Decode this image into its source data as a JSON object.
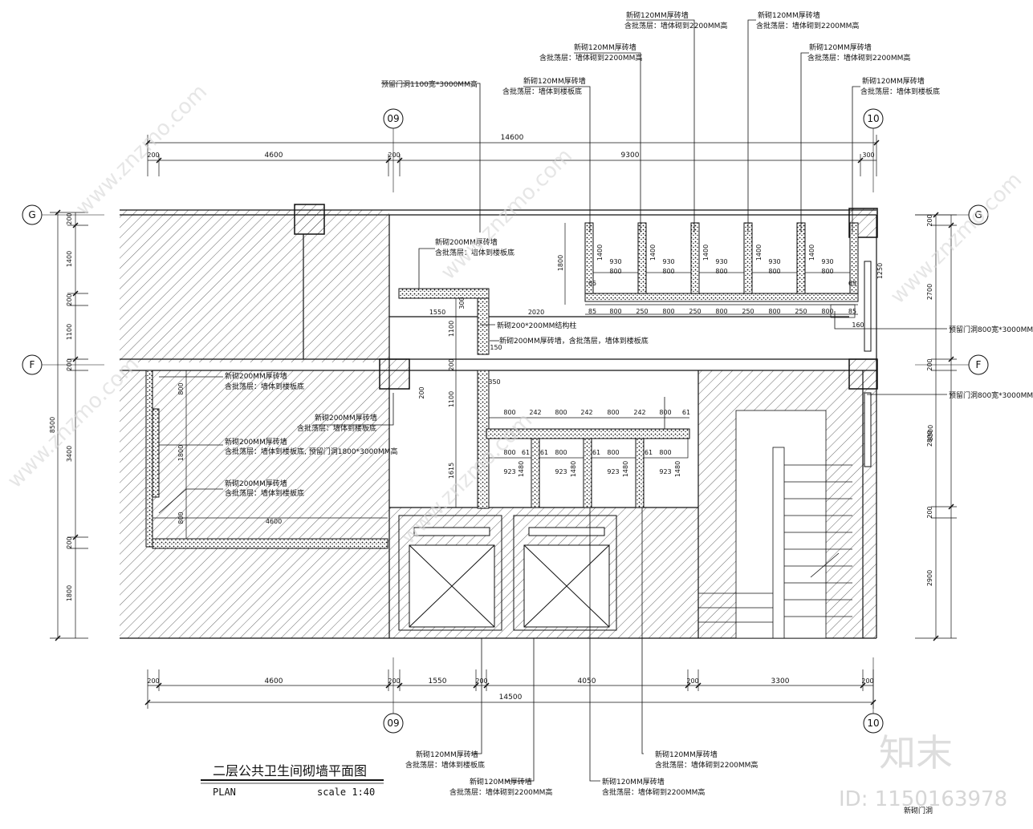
{
  "drawing": {
    "title": "二层公共卫生间砌墙平面图",
    "plan_label": "PLAN",
    "scale_label": "scale 1:40"
  },
  "axes": {
    "col_09": "09",
    "col_10": "10",
    "row_G": "G",
    "row_F": "F"
  },
  "dims_top": {
    "total": "14600",
    "seg_200a": "200",
    "seg_4600": "4600",
    "seg_200b": "200",
    "seg_9300": "9300",
    "seg_300": "300"
  },
  "dims_bottom": {
    "total": "14500",
    "seg_200a": "200",
    "seg_4600": "4600",
    "seg_200b": "200",
    "seg_1550": "1550",
    "seg_200c": "200",
    "seg_4050": "4050",
    "seg_200d": "200",
    "seg_3300": "3300",
    "seg_200e": "200"
  },
  "dims_left": {
    "total": "8500",
    "d1": "200",
    "d2": "1400",
    "d3": "200",
    "d4": "1100",
    "d5": "200",
    "d6": "3400",
    "d7": "200",
    "d8": "1800"
  },
  "dims_right": {
    "total": "8500",
    "d1": "200",
    "d2": "2700",
    "d3": "200",
    "d4": "2800",
    "d5": "200",
    "d6": "2900"
  },
  "inner_dims": {
    "upper_stalls": [
      "930",
      "930",
      "930",
      "930",
      "930"
    ],
    "upper_doors": [
      "800",
      "800",
      "800",
      "800",
      "800"
    ],
    "upper_heights": [
      "1400",
      "1400",
      "1400",
      "1400",
      "1400"
    ],
    "upper_bottom": [
      "85",
      "800",
      "250",
      "800",
      "250",
      "800",
      "250",
      "800",
      "250",
      "800",
      "85"
    ],
    "upper_side": "1800",
    "upper_right": "1250",
    "upper_small": "160",
    "upper_small_65": "65",
    "mid_1550": "1550",
    "mid_2020": "2020",
    "mid_1100a": "1100",
    "mid_1100b": "1100",
    "mid_200": "200",
    "mid_150": "150",
    "mid_350": "350",
    "mid_300": "300",
    "lower_top": [
      "800",
      "242",
      "800",
      "242",
      "800",
      "61"
    ],
    "lower_stalls": [
      "923",
      "923",
      "923",
      "923"
    ],
    "lower_heights": [
      "1480",
      "1480",
      "1480",
      "1480"
    ],
    "lower_doors": [
      "800",
      "800",
      "800",
      "800"
    ],
    "lower_small": "61",
    "lower_1615": "1615",
    "left_800a": "800",
    "left_1800": "1800",
    "left_800b": "800",
    "left_4600": "4600",
    "left_200": "200"
  },
  "notes": {
    "n_top_1": {
      "a": "新砌120MM厚砖墙",
      "b": "含批荡层：墙体砌到2200MM高"
    },
    "n_top_2": {
      "a": "新砌120MM厚砖墙",
      "b": "含批荡层：墙体砌到2200MM高"
    },
    "n_top_3": {
      "a": "新砌120MM厚砖墙",
      "b": "含批荡层：墙体砌到2200MM高"
    },
    "n_top_4": {
      "a": "新砌120MM厚砖墙",
      "b": "含批荡层：墙体砌到2200MM高"
    },
    "n_top_5": {
      "a": "新砌120MM厚砖墙",
      "b": "含批荡层：墙体到楼板底"
    },
    "n_top_6": {
      "a": "新砌120MM厚砖墙",
      "b": "含批荡层：墙体到楼板底"
    },
    "n_door_1100": "预留门洞1100宽*3000MM高",
    "n_mid_200": {
      "a": "新砌200MM厚砖墙",
      "b": "含批荡层：墙体到楼板底"
    },
    "n_column": "新砌200*200MM结构柱",
    "n_mid_200_line": "新砌200MM厚砖墙，含批荡层，墙体到楼板底",
    "n_right_door_1": "预留门洞800宽*3000MM高",
    "n_right_door_2": "预留门洞800宽*3000MM高",
    "n_left_1": {
      "a": "新砌200MM厚砖墙",
      "b": "含批荡层：墙体到楼板底"
    },
    "n_left_2": {
      "a": "新砌200MM厚砖墙",
      "b": "含批荡层：墙体到楼板底"
    },
    "n_left_3": {
      "a": "新砌200MM厚砖墙",
      "b": "含批荡层：墙体到楼板底, 预留门洞1800*3000MM高"
    },
    "n_left_4": {
      "a": "新砌200MM厚砖墙",
      "b": "含批荡层：墙体到楼板底"
    },
    "n_bot_1": {
      "a": "新砌120MM厚砖墙",
      "b": "含批荡层：墙体到楼板底"
    },
    "n_bot_2": {
      "a": "新砌120MM厚砖墙",
      "b": "含批荡层：墙体砌到2200MM高"
    },
    "n_bot_3": {
      "a": "新砌120MM厚砖墙",
      "b": "含批荡层：墙体砌到2200MM高"
    },
    "n_bot_4": {
      "a": "新砌120MM厚砖墙",
      "b": "含批荡层：墙体砌到2200MM高"
    }
  },
  "watermark": {
    "brand": "知末",
    "id_text": "ID: 1150163978",
    "site": "www.znzmo.com",
    "cut_text": "新砌门洞"
  },
  "colors": {
    "line": "#111111",
    "hatch": "#555555",
    "watermark": "#cccccc"
  }
}
